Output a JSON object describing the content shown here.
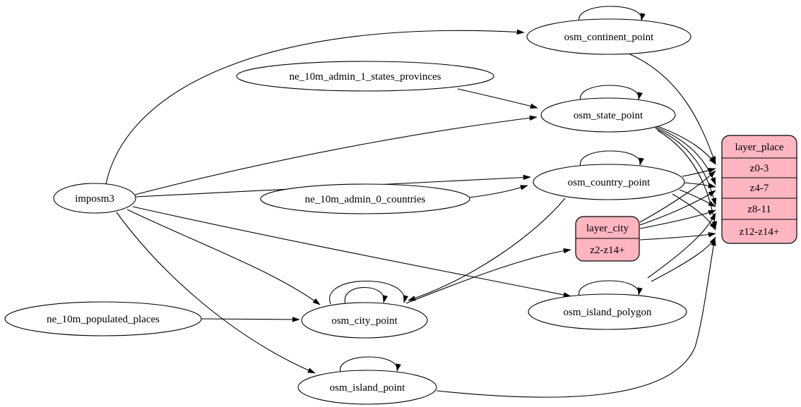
{
  "diagram": {
    "type": "etl-graph",
    "colors": {
      "record_fill": "#ffb6c1",
      "ellipse_fill": "#ffffff",
      "stroke": "#000000",
      "background": "#ffffff"
    },
    "source_nodes": {
      "imposm3": "imposm3",
      "ne_admin1": "ne_10m_admin_1_states_provinces",
      "ne_admin0": "ne_10m_admin_0_countries",
      "ne_populated": "ne_10m_populated_places"
    },
    "table_nodes": {
      "continent": "osm_continent_point",
      "state": "osm_state_point",
      "country": "osm_country_point",
      "city": "osm_city_point",
      "island_polygon": "osm_island_polygon",
      "island_point": "osm_island_point"
    },
    "records": {
      "layer_city": {
        "title": "layer_city",
        "rows": [
          "z2-z14+"
        ]
      },
      "layer_place": {
        "title": "layer_place",
        "rows": [
          "z0-3",
          "z4-7",
          "z8-11",
          "z12-z14+"
        ]
      }
    },
    "edges": [
      {
        "from": "imposm3",
        "to": "osm_continent_point"
      },
      {
        "from": "imposm3",
        "to": "osm_state_point"
      },
      {
        "from": "imposm3",
        "to": "osm_country_point"
      },
      {
        "from": "imposm3",
        "to": "osm_city_point"
      },
      {
        "from": "imposm3",
        "to": "osm_island_polygon"
      },
      {
        "from": "imposm3",
        "to": "osm_island_point"
      },
      {
        "from": "ne_10m_admin_1_states_provinces",
        "to": "osm_state_point"
      },
      {
        "from": "ne_10m_admin_0_countries",
        "to": "osm_country_point"
      },
      {
        "from": "ne_10m_populated_places",
        "to": "osm_city_point"
      },
      {
        "from": "osm_continent_point",
        "to": "osm_continent_point"
      },
      {
        "from": "osm_state_point",
        "to": "osm_state_point"
      },
      {
        "from": "osm_country_point",
        "to": "osm_country_point"
      },
      {
        "from": "osm_city_point",
        "to": "osm_city_point"
      },
      {
        "from": "osm_city_point",
        "to": "osm_city_point"
      },
      {
        "from": "osm_island_polygon",
        "to": "osm_island_polygon"
      },
      {
        "from": "osm_island_point",
        "to": "osm_island_point"
      },
      {
        "from": "osm_country_point",
        "to": "osm_city_point"
      },
      {
        "from": "osm_city_point",
        "to": "layer_city:z2-z14+"
      },
      {
        "from": "osm_continent_point",
        "to": "layer_place:z0-3"
      },
      {
        "from": "osm_state_point",
        "to": "layer_place:z0-3"
      },
      {
        "from": "osm_state_point",
        "to": "layer_place:z4-7"
      },
      {
        "from": "osm_state_point",
        "to": "layer_place:z8-11"
      },
      {
        "from": "osm_state_point",
        "to": "layer_place:z12-z14+"
      },
      {
        "from": "osm_country_point",
        "to": "layer_place:z0-3"
      },
      {
        "from": "osm_country_point",
        "to": "layer_place:z4-7"
      },
      {
        "from": "osm_country_point",
        "to": "layer_place:z8-11"
      },
      {
        "from": "osm_country_point",
        "to": "layer_place:z12-z14+"
      },
      {
        "from": "layer_city",
        "to": "layer_place:z0-3"
      },
      {
        "from": "layer_city",
        "to": "layer_place:z4-7"
      },
      {
        "from": "layer_city",
        "to": "layer_place:z8-11"
      },
      {
        "from": "layer_city",
        "to": "layer_place:z12-z14+"
      },
      {
        "from": "osm_island_polygon",
        "to": "layer_place:z8-11"
      },
      {
        "from": "osm_island_polygon",
        "to": "layer_place:z12-z14+"
      },
      {
        "from": "osm_island_point",
        "to": "layer_place:z12-z14+"
      }
    ]
  }
}
